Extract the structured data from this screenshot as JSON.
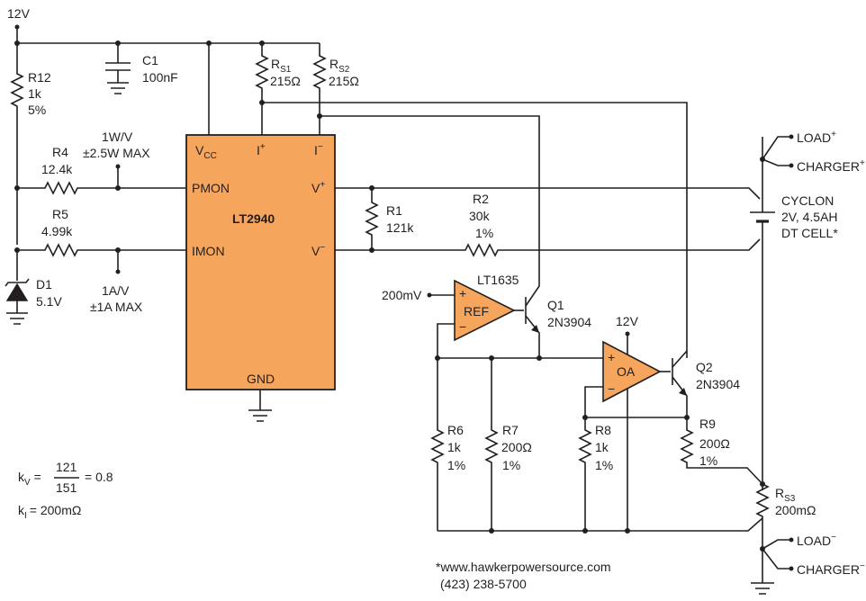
{
  "supply": {
    "label": "12V"
  },
  "ic": {
    "name": "LT2940",
    "pins": {
      "vcc": "V",
      "vcc_sub": "CC",
      "iplus": "I",
      "iplus_sup": "+",
      "iminus": "I",
      "iminus_sup": "−",
      "pmon": "PMON",
      "imon": "IMON",
      "vplus": "V",
      "vplus_sup": "+",
      "vminus": "V",
      "vminus_sup": "−",
      "gnd": "GND"
    }
  },
  "components": {
    "r12": {
      "name": "R12",
      "value": "1k",
      "tol": "5%"
    },
    "c1": {
      "name": "C1",
      "value": "100nF"
    },
    "rs1": {
      "name": "R",
      "sub": "S1",
      "value": "215Ω"
    },
    "rs2": {
      "name": "R",
      "sub": "S2",
      "value": "215Ω"
    },
    "r4": {
      "name": "R4",
      "value": "12.4k"
    },
    "r5": {
      "name": "R5",
      "value": "4.99k"
    },
    "d1": {
      "name": "D1",
      "value": "5.1V"
    },
    "r1": {
      "name": "R1",
      "value": "121k"
    },
    "r2": {
      "name": "R2",
      "value": "30k",
      "tol": "1%"
    },
    "q1": {
      "name": "Q1",
      "part": "2N3904"
    },
    "q2": {
      "name": "Q2",
      "part": "2N3904"
    },
    "ref_amp": {
      "part": "LT1635",
      "label": "REF",
      "ref_voltage": "200mV"
    },
    "oa_amp": {
      "label": "OA",
      "supply": "12V"
    },
    "r6": {
      "name": "R6",
      "value": "1k",
      "tol": "1%"
    },
    "r7": {
      "name": "R7",
      "value": "200Ω",
      "tol": "1%"
    },
    "r8": {
      "name": "R8",
      "value": "1k",
      "tol": "1%"
    },
    "r9": {
      "name": "R9",
      "value": "200Ω",
      "tol": "1%"
    },
    "rs3": {
      "name": "R",
      "sub": "S3",
      "value": "200mΩ"
    }
  },
  "annotations": {
    "pmon_scale": "1W/V",
    "pmon_max": "±2.5W MAX",
    "imon_scale": "1A/V",
    "imon_max": "±1A MAX",
    "load_plus": "LOAD",
    "load_plus_sup": "+",
    "charger_plus": "CHARGER",
    "charger_plus_sup": "+",
    "load_minus": "LOAD",
    "load_minus_sup": "−",
    "charger_minus": "CHARGER",
    "charger_minus_sup": "−",
    "cell_line1": "CYCLON",
    "cell_line2": "2V, 4.5AH",
    "cell_line3": "DT CELL*",
    "kv_prefix": "k",
    "kv_sub": "V",
    "kv_eq": "=",
    "kv_num": "121",
    "kv_den": "151",
    "kv_result": "= 0.8",
    "ki_prefix": "k",
    "ki_sub": "I",
    "ki_value": "= 200mΩ",
    "website": "*www.hawkerpowersource.com",
    "phone": "(423) 238-5700"
  }
}
